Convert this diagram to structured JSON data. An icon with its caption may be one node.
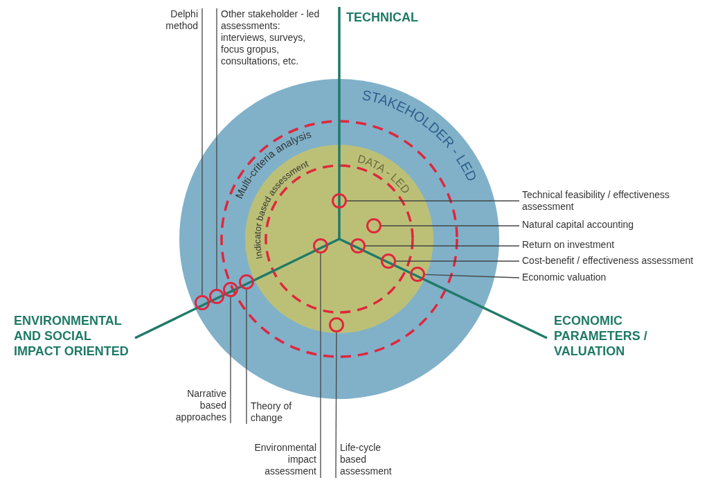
{
  "diagram": {
    "nodes": [
      {
        "text": [
          "STAKEHOLDER - LED"
        ]
      },
      {
        "text": [
          "DATA - LED"
        ],
        "in": 0
      },
      {
        "text": [
          "Delphi method"
        ]
      },
      {
        "text": [
          "Other stakeholder - led assessments: interviews, surveys, focus gropus, consultations, etc."
        ]
      },
      {
        "text": [
          "Technical feasibility / effectiveness assessment"
        ]
      },
      {
        "text": [
          "Natural capital accounting"
        ]
      },
      {
        "text": [
          "Return on investment"
        ]
      },
      {
        "text": [
          "Cost-benefit / effectiveness assessment"
        ]
      },
      {
        "text": [
          "Economic valuation"
        ]
      },
      {
        "text": [
          "Narrative based approaches"
        ]
      },
      {
        "text": [
          "Theory of change"
        ]
      },
      {
        "text": [
          "Environmental impact assessment"
        ]
      },
      {
        "text": [
          "Life-cycle based assessment"
        ]
      },
      {
        "text": [],
        "shape": "circle",
        "in": 0
      },
      {
        "text": [],
        "shape": "circle",
        "in": 0
      },
      {
        "text": [],
        "shape": "circle",
        "in": 0
      },
      {
        "text": [],
        "shape": "circle",
        "in": 0
      },
      {
        "text": [],
        "shape": "circle",
        "in": 1
      },
      {
        "text": [],
        "shape": "circle",
        "in": 1
      },
      {
        "text": [],
        "shape": "circle",
        "in": 1
      },
      {
        "text": [],
        "shape": "circle",
        "in": 1
      },
      {
        "text": [],
        "shape": "circle",
        "in": 1
      },
      {
        "text": [],
        "shape": "circle",
        "in": 1
      },
      {
        "text": [],
        "shape": "circle",
        "in": 1
      }
    ],
    "edges": [
      {
        "from": 2,
        "to": 13,
        "arrow": "none"
      },
      {
        "from": 3,
        "to": 14,
        "arrow": "none"
      },
      {
        "from": 4,
        "to": 19,
        "arrow": "none"
      },
      {
        "from": 5,
        "to": 21,
        "arrow": "none"
      },
      {
        "from": 6,
        "to": 20,
        "arrow": "none"
      },
      {
        "from": 7,
        "to": 22,
        "arrow": "none"
      },
      {
        "from": 8,
        "to": 23,
        "arrow": "none"
      },
      {
        "from": 9,
        "to": 15,
        "arrow": "none"
      },
      {
        "from": 10,
        "to": 16,
        "arrow": "none"
      },
      {
        "from": 11,
        "to": 17,
        "arrow": "none"
      },
      {
        "from": 12,
        "to": 18,
        "arrow": "none"
      }
    ],
    "labels": [
      "TECHNICAL",
      "Multi-criteria analysis",
      "Indicator based assessment",
      "ENVIRONMENTAL AND SOCIAL IMPACT ORIENTED",
      "ECONOMIC PARAMETERS / VALUATION"
    ]
  }
}
